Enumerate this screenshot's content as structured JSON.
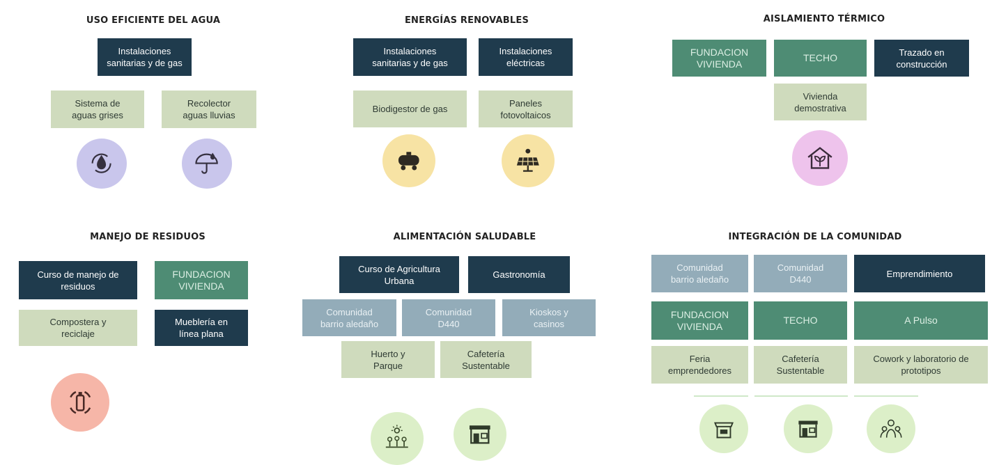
{
  "sections": {
    "agua": {
      "title": "USO EFICIENTE DEL AGUA",
      "boxes": [
        "Instalaciones\nsanitarias y de gas",
        "Sistema de\naguas grises",
        "Recolector\naguas lluvias"
      ],
      "icons": [
        "water-cycle-icon",
        "umbrella-rain-icon"
      ]
    },
    "energias": {
      "title": "ENERGÍAS RENOVABLES",
      "boxes": [
        "Instalaciones\nsanitarias y de gas",
        "Instalaciones\neléctricas",
        "Biodigestor de gas",
        "Paneles\nfotovoltaicos"
      ],
      "icons": [
        "gas-tank-icon",
        "solar-panel-icon"
      ]
    },
    "aislamiento": {
      "title": "AISLAMIENTO TÉRMICO",
      "boxes": [
        "FUNDACION\nVIVIENDA",
        "TECHO",
        "Trazado en\nconstrucción",
        "Vivienda\ndemostrativa"
      ],
      "icons": [
        "eco-house-icon"
      ]
    },
    "residuos": {
      "title": "MANEJO DE RESIDUOS",
      "boxes": [
        "Curso de manejo de\nresiduos",
        "FUNDACION\nVIVIENDA",
        "Compostera y\nreciclaje",
        "Mueblería en\nlínea plana"
      ],
      "icons": [
        "bottle-recycle-icon"
      ]
    },
    "alimentacion": {
      "title": "ALIMENTACIÓN SALUDABLE",
      "boxes": [
        "Curso de Agricultura\nUrbana",
        "Gastronomía",
        "Comunidad\nbarrio aledaño",
        "Comunidad\nD440",
        "Kioskos y\ncasinos",
        "Huerto y\nParque",
        "Cafetería\nSustentable"
      ],
      "icons": [
        "garden-sun-icon",
        "shop-icon"
      ]
    },
    "comunidad": {
      "title": "INTEGRACIÓN DE LA COMUNIDAD",
      "boxes": [
        "Comunidad\nbarrio aledaño",
        "Comunidad\nD440",
        "Emprendimiento",
        "FUNDACION\nVIVIENDA",
        "TECHO",
        "A Pulso",
        "Feria\nemprendedores",
        "Cafetería\nSustentable",
        "Cowork y laboratorio de\nprototipos"
      ],
      "icons": [
        "market-stall-icon",
        "shop-icon",
        "people-network-icon"
      ]
    }
  },
  "colors": {
    "dark": "#1f3b4d",
    "green": "#4e8c74",
    "light": "#cfdbbd",
    "blue": "#93acb9",
    "icon_lavender": "#c9c6ec",
    "icon_yellow": "#f7e3a4",
    "icon_pink": "#eec3ec",
    "icon_salmon": "#f6b6a8",
    "icon_lightgreen": "#dcefc8"
  }
}
